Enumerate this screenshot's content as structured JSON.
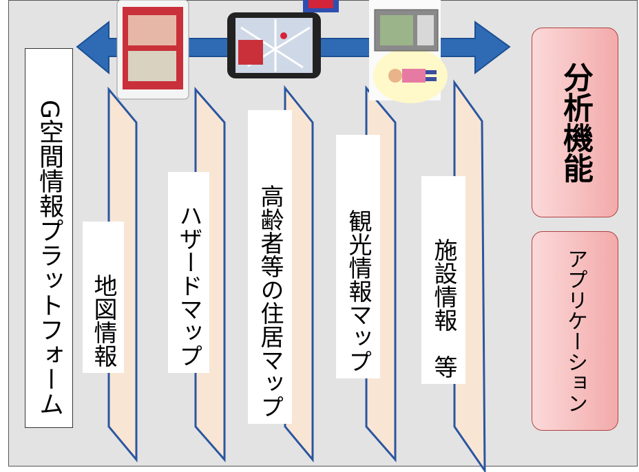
{
  "platform": {
    "label": "G空間情報プラットフォーム"
  },
  "layers": [
    {
      "label": "地図情報"
    },
    {
      "label": "ハザードマップ"
    },
    {
      "label": "高齢者等の住居マップ"
    },
    {
      "label": "観光情報マップ"
    },
    {
      "label": "施設情報　等"
    }
  ],
  "buttons": {
    "analysis": "分析機能",
    "application": "アプリケーション"
  },
  "colors": {
    "background": "#e3e3e3",
    "arrow": "#2f6bb5",
    "layer_line": "#2a56a0",
    "layer_fill": "#fde5cf",
    "button_fill": "#f3aaaa"
  },
  "icons": [
    "tablet-icon",
    "smartphone-map-icon",
    "kiosk-terminal-icon",
    "person-icon",
    "flag-icon"
  ]
}
